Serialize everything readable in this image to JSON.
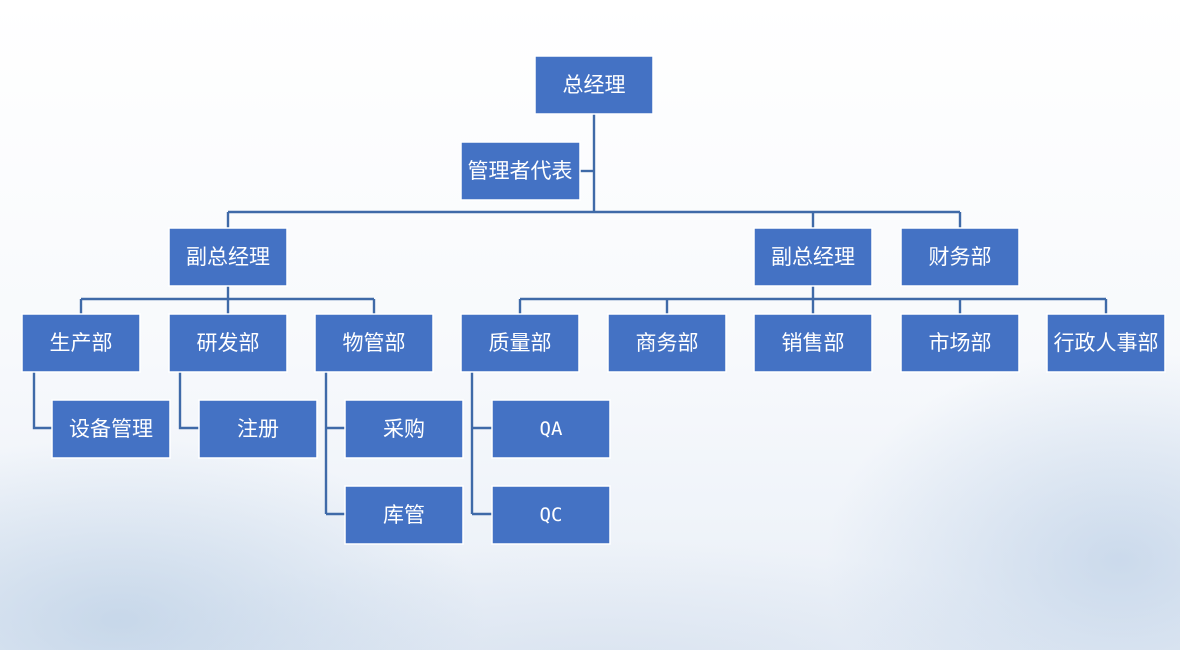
{
  "org_chart": {
    "nodes": {
      "ceo": "总经理",
      "mgmt_rep": "管理者代表",
      "vp_left": "副总经理",
      "vp_right": "副总经理",
      "finance": "财务部",
      "production": "生产部",
      "equipment": "设备管理",
      "rnd": "研发部",
      "registration": "注册",
      "materials": "物管部",
      "purchasing": "采购",
      "warehouse": "库管",
      "quality": "质量部",
      "qa": "QA",
      "qc": "QC",
      "business": "商务部",
      "sales": "销售部",
      "marketing": "市场部",
      "admin_hr": "行政人事部"
    },
    "colors": {
      "box_fill": "#4472c4",
      "box_text": "#ffffff",
      "connector": "#3f6aa8"
    }
  }
}
